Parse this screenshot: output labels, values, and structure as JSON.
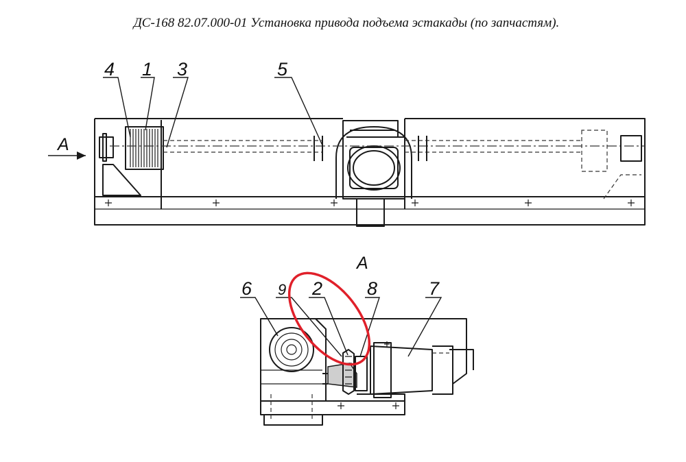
{
  "title": "ДС-168 82.07.000-01  Установка привода подъема эстакады (по запчастям).",
  "top_view": {
    "arrow_label": "А",
    "callouts": [
      "4",
      "1",
      "3",
      "5"
    ]
  },
  "section_view": {
    "label": "А",
    "callouts": [
      "6",
      "9",
      "2",
      "8",
      "7"
    ]
  },
  "highlight": {
    "color": "#e0202a",
    "target_callout": "2"
  }
}
